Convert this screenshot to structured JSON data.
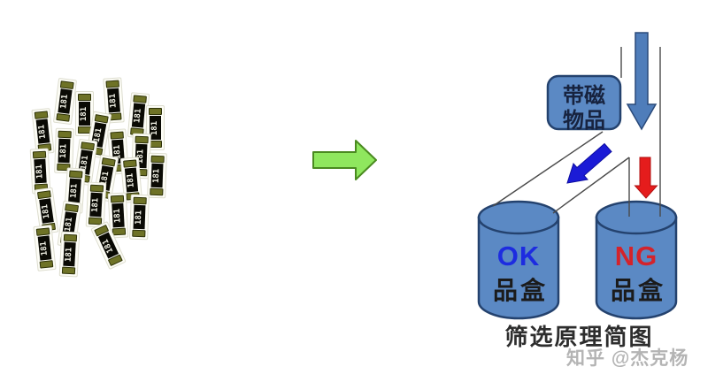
{
  "colors": {
    "steel-blue": "#5b89c4",
    "steel-border": "#24426e",
    "feed-arrow-blue": "#4f7dba",
    "feed-arrow-border": "#2a4a7a",
    "sort-arrow-blue": "#1b1bd6",
    "sort-arrow-red": "#e51c1c",
    "green-arrow-fill": "#8fe75e",
    "green-arrow-border": "#4a8a20",
    "line-gray": "#4a4a4a",
    "ok-text": "#1d2ce0",
    "ng-text": "#d4232b",
    "bin-subtitle-text": "#1b1b1b",
    "box-text": "#17233f",
    "caption-text": "#2d2d2d",
    "watermark-text": "#b4b4b4",
    "chip-cap": "#6e7226",
    "chip-cap-border": "#2e3208",
    "chip-body": "#0a0a04",
    "chip-label-text": "#f2f2e6"
  },
  "left_panel": {
    "component_label": "181",
    "component_count": 24,
    "scatter": [
      [
        63,
        89,
        7
      ],
      [
        85,
        103,
        0
      ],
      [
        118,
        88,
        -4
      ],
      [
        146,
        105,
        5
      ],
      [
        38,
        123,
        -6
      ],
      [
        101,
        127,
        10
      ],
      [
        165,
        119,
        0
      ],
      [
        62,
        145,
        2
      ],
      [
        123,
        146,
        -4
      ],
      [
        86,
        158,
        8
      ],
      [
        149,
        151,
        2
      ],
      [
        35,
        168,
        -3
      ],
      [
        109,
        176,
        10
      ],
      [
        138,
        178,
        -5
      ],
      [
        167,
        173,
        2
      ],
      [
        74,
        190,
        4
      ],
      [
        42,
        213,
        -8
      ],
      [
        98,
        206,
        3
      ],
      [
        123,
        218,
        -3
      ],
      [
        147,
        220,
        2
      ],
      [
        68,
        228,
        8
      ],
      [
        40,
        255,
        -6
      ],
      [
        112,
        252,
        -25
      ],
      [
        68,
        262,
        3
      ]
    ]
  },
  "flow": {
    "source_box": {
      "line1": "带磁",
      "line2": "物品"
    },
    "ok_bin": {
      "title": "OK",
      "subtitle": "品盒"
    },
    "ng_bin": {
      "title": "NG",
      "subtitle": "品盒"
    },
    "caption": "筛选原理简图"
  },
  "watermark": "知乎 @杰克杨"
}
